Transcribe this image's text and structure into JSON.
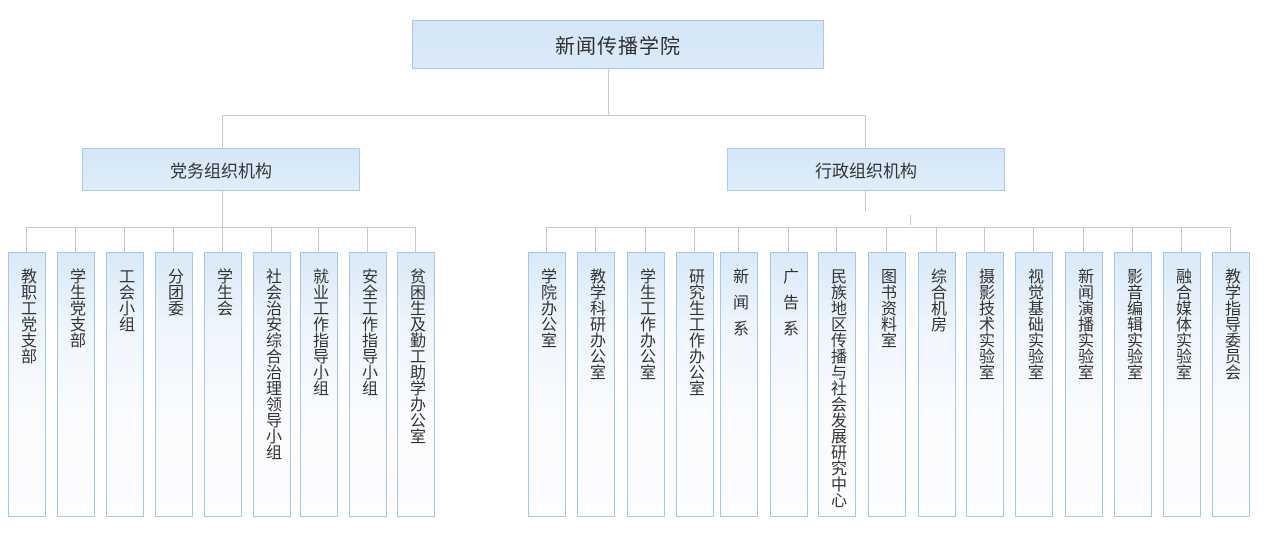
{
  "root": {
    "label": "新闻传播学院"
  },
  "branches": [
    {
      "label": "党务组织机构",
      "children": [
        "教职工党支部",
        "学生党支部",
        "工会小组",
        "分团委",
        "学生会",
        "社会治安综合治理领导小组",
        "就业工作指导小组",
        "安全工作指导小组",
        "贫困生及勤工助学办公室"
      ]
    },
    {
      "label": "行政组织机构",
      "children": [
        "学院办公室",
        "教学科研办公室",
        "学生工作办公室",
        "研究生工作办公室",
        "新闻系",
        "广告系",
        "民族地区传播与社会发展研究中心",
        "图书资料室",
        "综合机房",
        "摄影技术实验室",
        "视觉基础实验室",
        "新闻演播实验室",
        "影音编辑实验室",
        "融合媒体实验室",
        "教学指导委员会"
      ]
    }
  ],
  "colors": {
    "box_fill": "#d6e8f7",
    "box_border": "#a6c9e7",
    "connector": "#c9c9c9",
    "text": "#333333"
  }
}
